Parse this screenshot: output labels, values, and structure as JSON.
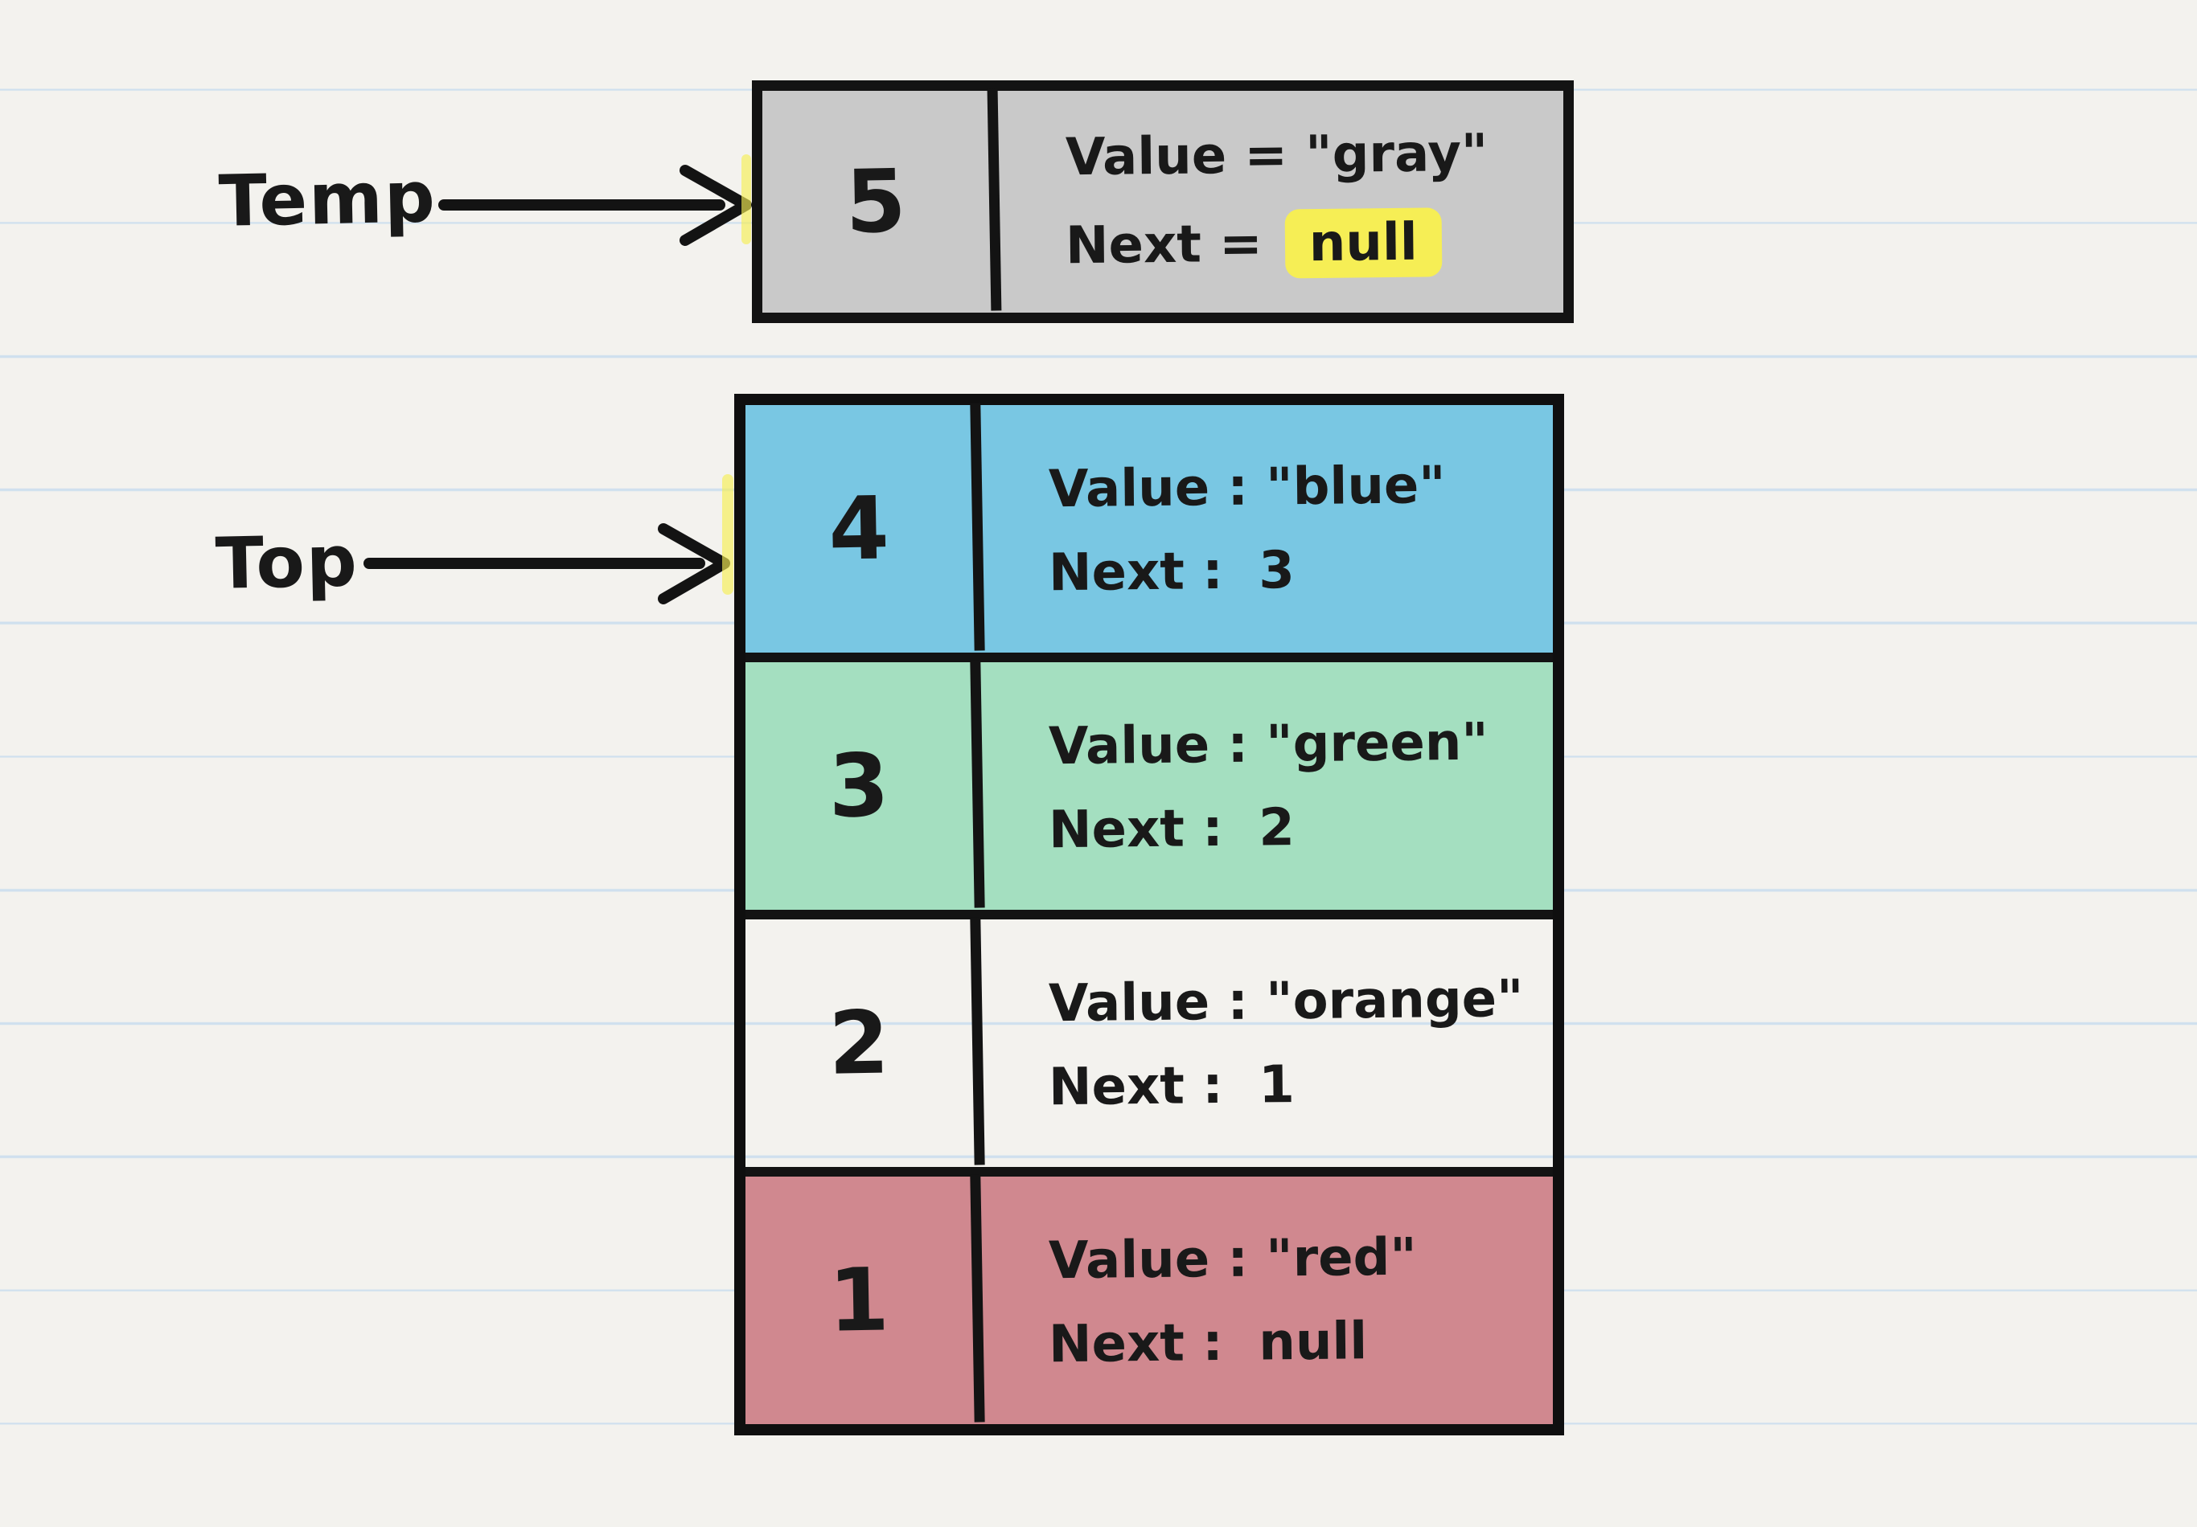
{
  "canvas": {
    "background": "#f3f2ee",
    "rule_line_color": "#cfe0ee",
    "ink_color": "#191919"
  },
  "temp_pointer": {
    "label": "Temp"
  },
  "temp_node": {
    "index": "5",
    "fill": "#c9c9c9",
    "value_line": "Value = \"gray\"",
    "next_label": "Next =",
    "next_value": "null",
    "highlight_color": "#f6ee55"
  },
  "top_pointer": {
    "label": "Top"
  },
  "stack": {
    "nodes": [
      {
        "index": "4",
        "fill": "#79c7e3",
        "value_line": "Value : \"blue\"",
        "next_line": "Next :  3"
      },
      {
        "index": "3",
        "fill": "#a4dfc0",
        "value_line": "Value : \"green\"",
        "next_line": "Next :  2"
      },
      {
        "index": "2",
        "fill": "#fac austria",
        "value_line": "Value : \"orange\"",
        "next_line": "Next :  1"
      },
      {
        "index": "1",
        "fill": "#d0888f",
        "value_line": "Value : \"red\"",
        "next_line": "Next :  null"
      }
    ]
  }
}
